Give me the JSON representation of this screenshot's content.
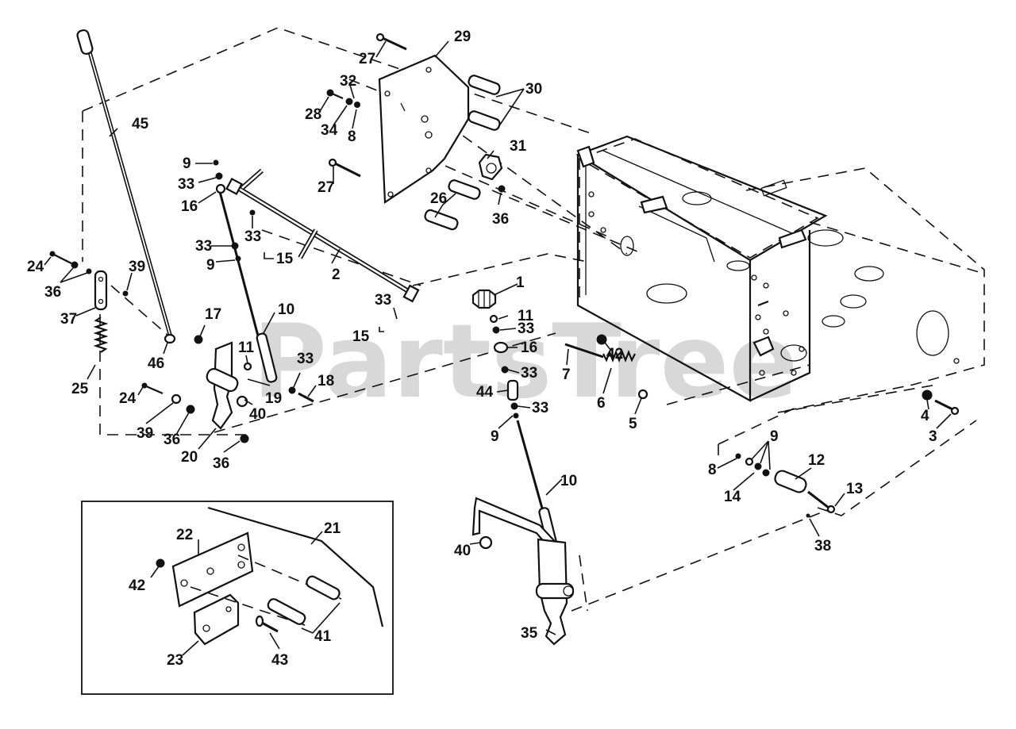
{
  "watermark": "PartsTree",
  "callouts": [
    {
      "id": "c-29",
      "text": "29"
    },
    {
      "id": "c-27a",
      "text": "27"
    },
    {
      "id": "c-30",
      "text": "30"
    },
    {
      "id": "c-32",
      "text": "32"
    },
    {
      "id": "c-28",
      "text": "28"
    },
    {
      "id": "c-34",
      "text": "34"
    },
    {
      "id": "c-8a",
      "text": "8"
    },
    {
      "id": "c-31",
      "text": "31"
    },
    {
      "id": "c-27b",
      "text": "27"
    },
    {
      "id": "c-26",
      "text": "26"
    },
    {
      "id": "c-36a",
      "text": "36"
    },
    {
      "id": "c-45",
      "text": "45"
    },
    {
      "id": "c-9a",
      "text": "9"
    },
    {
      "id": "c-33a",
      "text": "33"
    },
    {
      "id": "c-16a",
      "text": "16"
    },
    {
      "id": "c-33b",
      "text": "33"
    },
    {
      "id": "c-33c",
      "text": "33"
    },
    {
      "id": "c-9b",
      "text": "9"
    },
    {
      "id": "c-15a",
      "text": "15"
    },
    {
      "id": "c-2",
      "text": "2"
    },
    {
      "id": "c-24a",
      "text": "24"
    },
    {
      "id": "c-36b",
      "text": "36"
    },
    {
      "id": "c-39a",
      "text": "39"
    },
    {
      "id": "c-37",
      "text": "37"
    },
    {
      "id": "c-10a",
      "text": "10"
    },
    {
      "id": "c-17",
      "text": "17"
    },
    {
      "id": "c-25",
      "text": "25"
    },
    {
      "id": "c-46",
      "text": "46"
    },
    {
      "id": "c-11a",
      "text": "11"
    },
    {
      "id": "c-33d",
      "text": "33"
    },
    {
      "id": "c-18",
      "text": "18"
    },
    {
      "id": "c-19",
      "text": "19"
    },
    {
      "id": "c-40a",
      "text": "40"
    },
    {
      "id": "c-24b",
      "text": "24"
    },
    {
      "id": "c-39b",
      "text": "39"
    },
    {
      "id": "c-36c",
      "text": "36"
    },
    {
      "id": "c-20",
      "text": "20"
    },
    {
      "id": "c-36d",
      "text": "36"
    },
    {
      "id": "c-33e",
      "text": "33"
    },
    {
      "id": "c-15b",
      "text": "15"
    },
    {
      "id": "c-1",
      "text": "1"
    },
    {
      "id": "c-11b",
      "text": "11"
    },
    {
      "id": "c-33f",
      "text": "33"
    },
    {
      "id": "c-16b",
      "text": "16"
    },
    {
      "id": "c-33g",
      "text": "33"
    },
    {
      "id": "c-44",
      "text": "44"
    },
    {
      "id": "c-33h",
      "text": "33"
    },
    {
      "id": "c-9c",
      "text": "9"
    },
    {
      "id": "c-42a",
      "text": "42"
    },
    {
      "id": "c-7",
      "text": "7"
    },
    {
      "id": "c-6",
      "text": "6"
    },
    {
      "id": "c-5",
      "text": "5"
    },
    {
      "id": "c-10b",
      "text": "10"
    },
    {
      "id": "c-40b",
      "text": "40"
    },
    {
      "id": "c-35",
      "text": "35"
    },
    {
      "id": "c-4",
      "text": "4"
    },
    {
      "id": "c-3",
      "text": "3"
    },
    {
      "id": "c-9d",
      "text": "9"
    },
    {
      "id": "c-8b",
      "text": "8"
    },
    {
      "id": "c-12",
      "text": "12"
    },
    {
      "id": "c-14",
      "text": "14"
    },
    {
      "id": "c-13",
      "text": "13"
    },
    {
      "id": "c-38",
      "text": "38"
    },
    {
      "id": "c-22",
      "text": "22"
    },
    {
      "id": "c-21",
      "text": "21"
    },
    {
      "id": "c-42b",
      "text": "42"
    },
    {
      "id": "c-41",
      "text": "41"
    },
    {
      "id": "c-23",
      "text": "23"
    },
    {
      "id": "c-43",
      "text": "43"
    }
  ]
}
